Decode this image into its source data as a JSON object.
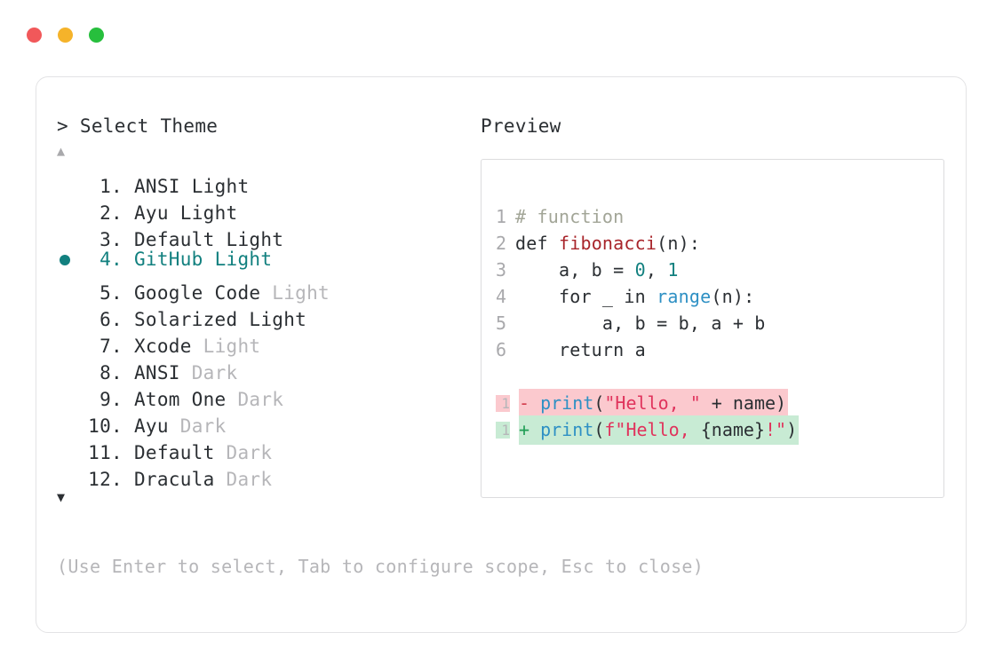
{
  "window": {
    "dots": [
      {
        "name": "close",
        "color": "#f1585a"
      },
      {
        "name": "minimize",
        "color": "#f5b32a"
      },
      {
        "name": "maximize",
        "color": "#27bf3d"
      }
    ]
  },
  "selector": {
    "prompt_symbol": "> ",
    "title": "Select Theme",
    "scroll_up_glyph": "▲",
    "scroll_down_glyph": "▼",
    "selected_index": 4,
    "accent_color": "#12807f",
    "items": [
      {
        "index": "1.",
        "name": "ANSI",
        "variant": "Light",
        "variant_muted": false,
        "selected": false
      },
      {
        "index": "2.",
        "name": "Ayu",
        "variant": "Light",
        "variant_muted": false,
        "selected": false
      },
      {
        "index": "3.",
        "name": "Default",
        "variant": "Light",
        "variant_muted": false,
        "selected": false
      },
      {
        "index": "4.",
        "name": "GitHub",
        "variant": "Light",
        "variant_muted": false,
        "selected": true
      },
      {
        "index": "5.",
        "name": "Google Code",
        "variant": "Light",
        "variant_muted": true,
        "selected": false
      },
      {
        "index": "6.",
        "name": "Solarized",
        "variant": "Light",
        "variant_muted": false,
        "selected": false
      },
      {
        "index": "7.",
        "name": "Xcode",
        "variant": "Light",
        "variant_muted": true,
        "selected": false
      },
      {
        "index": "8.",
        "name": "ANSI",
        "variant": "Dark",
        "variant_muted": true,
        "selected": false
      },
      {
        "index": "9.",
        "name": "Atom One",
        "variant": "Dark",
        "variant_muted": true,
        "selected": false
      },
      {
        "index": "10.",
        "name": "Ayu",
        "variant": "Dark",
        "variant_muted": true,
        "selected": false
      },
      {
        "index": "11.",
        "name": "Default",
        "variant": "Dark",
        "variant_muted": true,
        "selected": false
      },
      {
        "index": "12.",
        "name": "Dracula",
        "variant": "Dark",
        "variant_muted": true,
        "selected": false
      }
    ],
    "footer_hint": "(Use Enter to select, Tab to configure scope, Esc to close)"
  },
  "preview": {
    "label": "Preview",
    "code_lines": [
      {
        "no": "1",
        "tokens": [
          {
            "t": "# function",
            "c": "tk-com"
          }
        ]
      },
      {
        "no": "2",
        "tokens": [
          {
            "t": "def ",
            "c": "tk-kw"
          },
          {
            "t": "fibonacci",
            "c": "tk-fn"
          },
          {
            "t": "(n):",
            "c": "tk-pl"
          }
        ]
      },
      {
        "no": "3",
        "tokens": [
          {
            "t": "    a, b = ",
            "c": "tk-pl"
          },
          {
            "t": "0",
            "c": "tk-num"
          },
          {
            "t": ", ",
            "c": "tk-pl"
          },
          {
            "t": "1",
            "c": "tk-num"
          }
        ]
      },
      {
        "no": "4",
        "tokens": [
          {
            "t": "    for _ in ",
            "c": "tk-pl"
          },
          {
            "t": "range",
            "c": "tk-bi"
          },
          {
            "t": "(n):",
            "c": "tk-pl"
          }
        ]
      },
      {
        "no": "5",
        "tokens": [
          {
            "t": "        a, b = b, a + b",
            "c": "tk-pl"
          }
        ]
      },
      {
        "no": "6",
        "tokens": [
          {
            "t": "    return a",
            "c": "tk-pl"
          }
        ]
      }
    ],
    "diff_lines": [
      {
        "no": "1",
        "kind": "del",
        "sign": "-",
        "tokens": [
          {
            "t": "print",
            "c": "tk-call"
          },
          {
            "t": "(",
            "c": "tk-pl"
          },
          {
            "t": "\"Hello, \"",
            "c": "tk-str"
          },
          {
            "t": " + name)",
            "c": "tk-pl"
          }
        ]
      },
      {
        "no": "1",
        "kind": "add",
        "sign": "+",
        "tokens": [
          {
            "t": "print",
            "c": "tk-call"
          },
          {
            "t": "(",
            "c": "tk-pl"
          },
          {
            "t": "f\"Hello, ",
            "c": "tk-str"
          },
          {
            "t": "{name}",
            "c": "tk-pl"
          },
          {
            "t": "!\"",
            "c": "tk-str"
          },
          {
            "t": ")",
            "c": "tk-pl"
          }
        ]
      }
    ],
    "diff_del_bg": "#fbc9ce",
    "diff_add_bg": "#c8ebd4"
  }
}
